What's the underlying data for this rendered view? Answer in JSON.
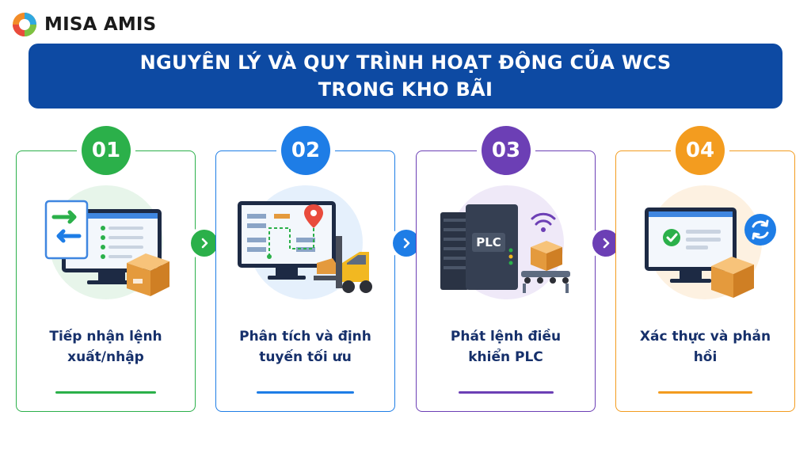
{
  "brand": {
    "name": "MISA AMIS"
  },
  "title": "NGUYÊN LÝ VÀ QUY TRÌNH HOẠT ĐỘNG CỦA WCS TRONG KHO BÃI",
  "steps": [
    {
      "number": "01",
      "label": "Tiếp nhận lệnh xuất/nhập",
      "color": "#2bb04a",
      "icon": "monitor-checklist-box-icon"
    },
    {
      "number": "02",
      "label": "Phân tích và định tuyến tối ưu",
      "color": "#1e7de6",
      "icon": "map-route-forklift-icon"
    },
    {
      "number": "03",
      "label": "Phát lệnh điều khiển PLC",
      "color": "#6c3fb5",
      "icon": "plc-controller-conveyor-icon",
      "plc_text": "PLC"
    },
    {
      "number": "04",
      "label": "Xác thực và phản hồi",
      "color": "#f39c1f",
      "icon": "monitor-verified-sync-icon"
    }
  ],
  "connectors": [
    {
      "color": "#2bb04a",
      "icon": "chevron-right-icon"
    },
    {
      "color": "#1e7de6",
      "icon": "chevron-right-icon"
    },
    {
      "color": "#6c3fb5",
      "icon": "chevron-right-icon"
    }
  ]
}
